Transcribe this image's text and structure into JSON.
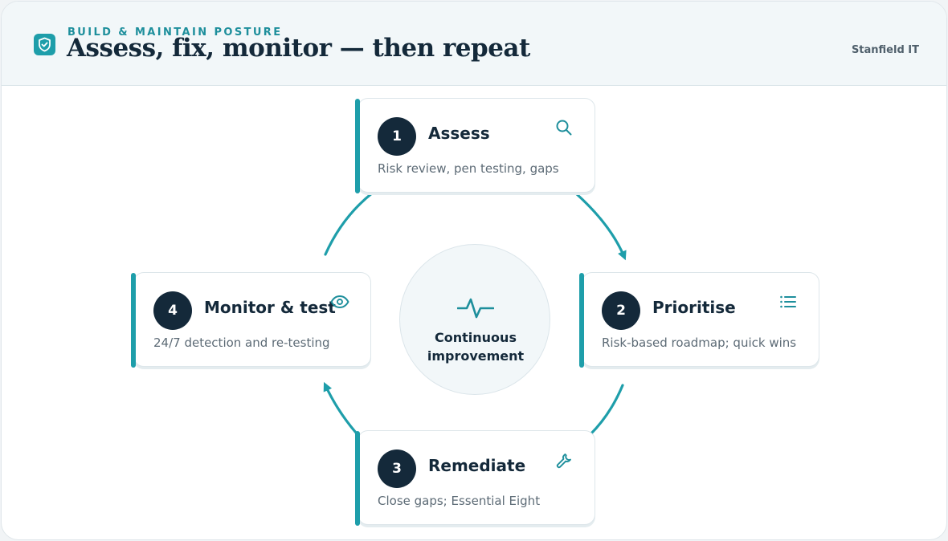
{
  "header": {
    "eyebrow": "BUILD & MAINTAIN POSTURE",
    "title": "Assess, fix, monitor — then repeat",
    "company": "Stanfield IT",
    "logo_icon": "shield-check-icon"
  },
  "steps": [
    {
      "number": "1",
      "label": "Assess",
      "description": "Risk review, pen testing, gaps",
      "icon": "search-icon"
    },
    {
      "number": "2",
      "label": "Prioritise",
      "description": "Risk-based roadmap; quick wins",
      "icon": "list-icon"
    },
    {
      "number": "3",
      "label": "Remediate",
      "description": "Close gaps; Essential Eight",
      "icon": "wrench-icon"
    },
    {
      "number": "4",
      "label": "Monitor & test",
      "description": "24/7 detection and re-testing",
      "icon": "eye-icon"
    }
  ],
  "center": {
    "line1": "Continuous",
    "line2": "improvement",
    "icon": "pulse-icon"
  },
  "colors": {
    "accent": "#1e9eaa",
    "dark": "#14293a",
    "muted": "#5d6b76",
    "header_bg": "#f2f7f9"
  }
}
